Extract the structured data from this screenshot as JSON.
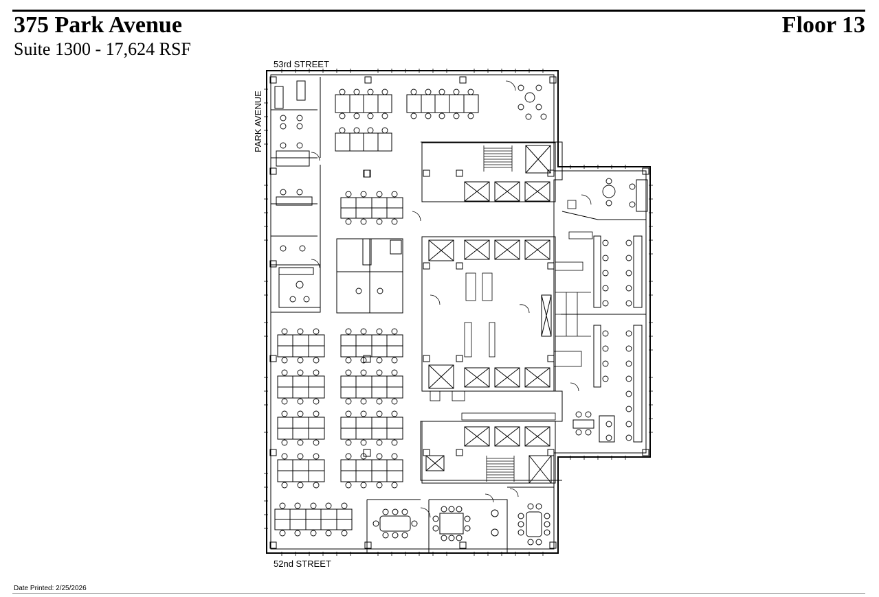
{
  "header": {
    "building": "375 Park Avenue",
    "suite": "Suite 1300 - 17,624 RSF",
    "floor": "Floor 13"
  },
  "plan": {
    "north_street": "53rd STREET",
    "south_street": "52nd STREET",
    "west_avenue": "PARK AVENUE"
  },
  "footer": {
    "date_label": "Date Printed:",
    "date_value": "2/25/2026"
  }
}
